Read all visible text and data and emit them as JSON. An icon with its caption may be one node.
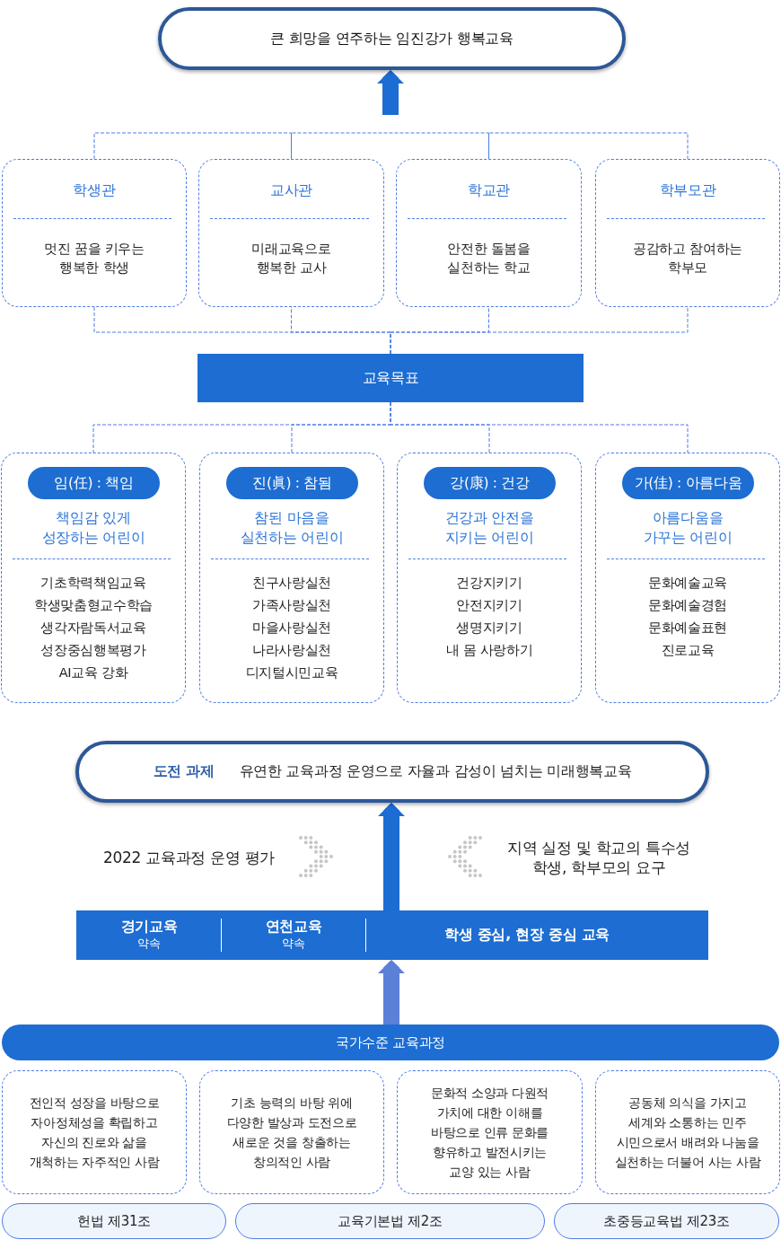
{
  "diagram": {
    "nodes": [
      {
        "text": [
          "큰 희망을 연주하는 임진강가 행복교육"
        ]
      },
      {
        "text": [
          "학생관",
          "멋진 꿈을 키우는 행복한 학생"
        ]
      },
      {
        "text": [
          "교사관",
          "미래교육으로 행복한 교사"
        ]
      },
      {
        "text": [
          "학교관",
          "안전한 돌봄을 실천하는 학교"
        ]
      },
      {
        "text": [
          "학부모관",
          "공감하고 참여하는 학부모"
        ]
      },
      {
        "text": [
          "교육목표"
        ]
      },
      {
        "text": [
          "책임감 있게 성장하는 어린이",
          "기초학력책임교육",
          "학생맞춤형교수학습",
          "생각자람독서교육",
          "성장중심행복평가",
          "AI교육 강화"
        ]
      },
      {
        "text": [
          "임(任) : 책임"
        ],
        "in": 6
      },
      {
        "text": [
          "참된 마음을 실천하는 어린이",
          "친구사랑실천",
          "가족사랑실천",
          "마을사랑실천",
          "나라사랑실천",
          "디지털시민교육"
        ]
      },
      {
        "text": [
          "진(眞) : 참됨"
        ],
        "in": 8
      },
      {
        "text": [
          "건강과 안전을 지키는 어린이",
          "건강지키기",
          "안전지키기",
          "생명지키기",
          "내 몸 사랑하기"
        ]
      },
      {
        "text": [
          "강(康) : 건강"
        ],
        "in": 10
      },
      {
        "text": [
          "아름다움을 가꾸는 어린이",
          "문화예술교육",
          "문화예술경험",
          "문화예술표현",
          "진로교육"
        ]
      },
      {
        "text": [
          "가(佳) : 아름다움"
        ],
        "in": 12
      },
      {
        "text": [
          "도전 과제",
          "유연한 교육과정 운영으로 자율과 감성이 넘치는 미래행복교육"
        ]
      },
      {
        "text": [
          "경기교육",
          "약속",
          "연천교육",
          "약속",
          "학생 중심, 현장 중심 교육"
        ]
      },
      {
        "text": [
          "국가수준 교육과정"
        ]
      },
      {
        "text": [
          "전인적 성장을 바탕으로 자아정체성을 확립하고 자신의 진로와 삶을 개척하는 자주적인 사람"
        ]
      },
      {
        "text": [
          "기초 능력의 바탕 위에 다양한 발상과 도전으로 새로운 것을 창출하는 창의적인 사람"
        ]
      },
      {
        "text": [
          "문화적 소양과 다원적 가치에 대한 이해를 바탕으로 인류 문화를 향유하고 발전시키는 교양 있는 사람"
        ]
      },
      {
        "text": [
          "공동체 의식을 가지고 세계와 소통하는 민주 시민으로서 배려와 나눔을 실천하는 더불어 사는 사람"
        ]
      },
      {
        "text": [
          "헌법 제31조"
        ]
      },
      {
        "text": [
          "교육기본법 제2조"
        ]
      },
      {
        "text": [
          "초중등교육법 제23조"
        ]
      }
    ],
    "edges": [
      {
        "from": 1,
        "to": 2,
        "arrow": "none",
        "style": "dashed"
      },
      {
        "from": 2,
        "to": 3,
        "arrow": "none",
        "style": "dashed"
      },
      {
        "from": 3,
        "to": 4,
        "arrow": "none",
        "style": "dashed"
      },
      {
        "from": null,
        "to": 0,
        "arrow": "to",
        "style": "thick",
        "color": "#1b6dd3"
      },
      {
        "from": 1,
        "to": 5,
        "arrow": "none",
        "style": "dashed"
      },
      {
        "from": 2,
        "to": 5,
        "arrow": "none",
        "style": "dashed"
      },
      {
        "from": 3,
        "to": 5,
        "arrow": "none",
        "style": "dashed"
      },
      {
        "from": 4,
        "to": 5,
        "arrow": "none",
        "style": "dashed"
      },
      {
        "from": 5,
        "to": 6,
        "arrow": "none",
        "style": "dashed"
      },
      {
        "from": 5,
        "to": 8,
        "arrow": "none",
        "style": "dashed"
      },
      {
        "from": 5,
        "to": 10,
        "arrow": "none",
        "style": "dashed"
      },
      {
        "from": 5,
        "to": 12,
        "arrow": "none",
        "style": "dashed"
      },
      {
        "from": 15,
        "to": 14,
        "arrow": "to",
        "style": "thick",
        "color": "#1b6dd3"
      },
      {
        "from": 16,
        "to": 15,
        "arrow": "to",
        "style": "thick",
        "color": "#5b80d8"
      }
    ],
    "labels": [
      "2022 교육과정 운영 평가",
      "지역 실정 및 학교의 특수성",
      "학생, 학부모의 요구"
    ]
  }
}
